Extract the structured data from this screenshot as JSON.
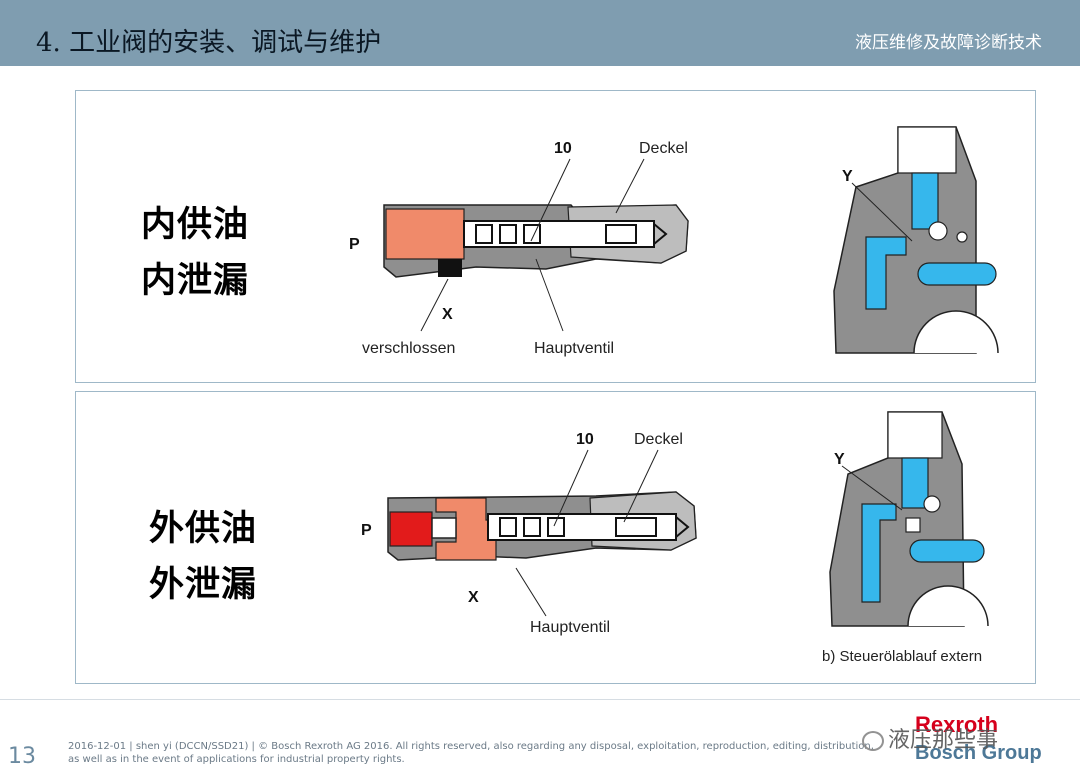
{
  "header": {
    "title": "4. 工业阀的安装、调试与维护",
    "subtitle": "液压维修及故障诊断技术"
  },
  "panel1": {
    "caption_line1": "内供油",
    "caption_line2": "内泄漏",
    "label_p": "P",
    "label_10": "10",
    "label_deckel": "Deckel",
    "label_x": "X",
    "label_verschlossen": "verschlossen",
    "label_hauptventil": "Hauptventil",
    "label_y": "Y"
  },
  "panel2": {
    "caption_line1": "外供油",
    "caption_line2": "外泄漏",
    "label_p": "P",
    "label_10": "10",
    "label_deckel": "Deckel",
    "label_x": "X",
    "label_hauptventil": "Hauptventil",
    "label_y": "Y",
    "label_b": "b) Steuerölablauf extern"
  },
  "footer": {
    "page_number": "13",
    "legal_line1": "2016-12-01 | shen yi (DCCN/SSD21) | © Bosch Rexroth AG 2016. All rights reserved, also regarding any disposal, exploitation, reproduction, editing, distribution,",
    "legal_line2": "as well as in the event of applications for industrial property rights.",
    "wechat_text": "液压那些事",
    "brand_top": "Rexroth",
    "brand_bottom": "Bosch Group"
  },
  "colors": {
    "header_bg": "#7f9db0",
    "body_gray": "#8e8e8e",
    "salmon": "#f08a6a",
    "red": "#e21b1b",
    "blue": "#36b7ec",
    "border": "#9fb8c8"
  }
}
